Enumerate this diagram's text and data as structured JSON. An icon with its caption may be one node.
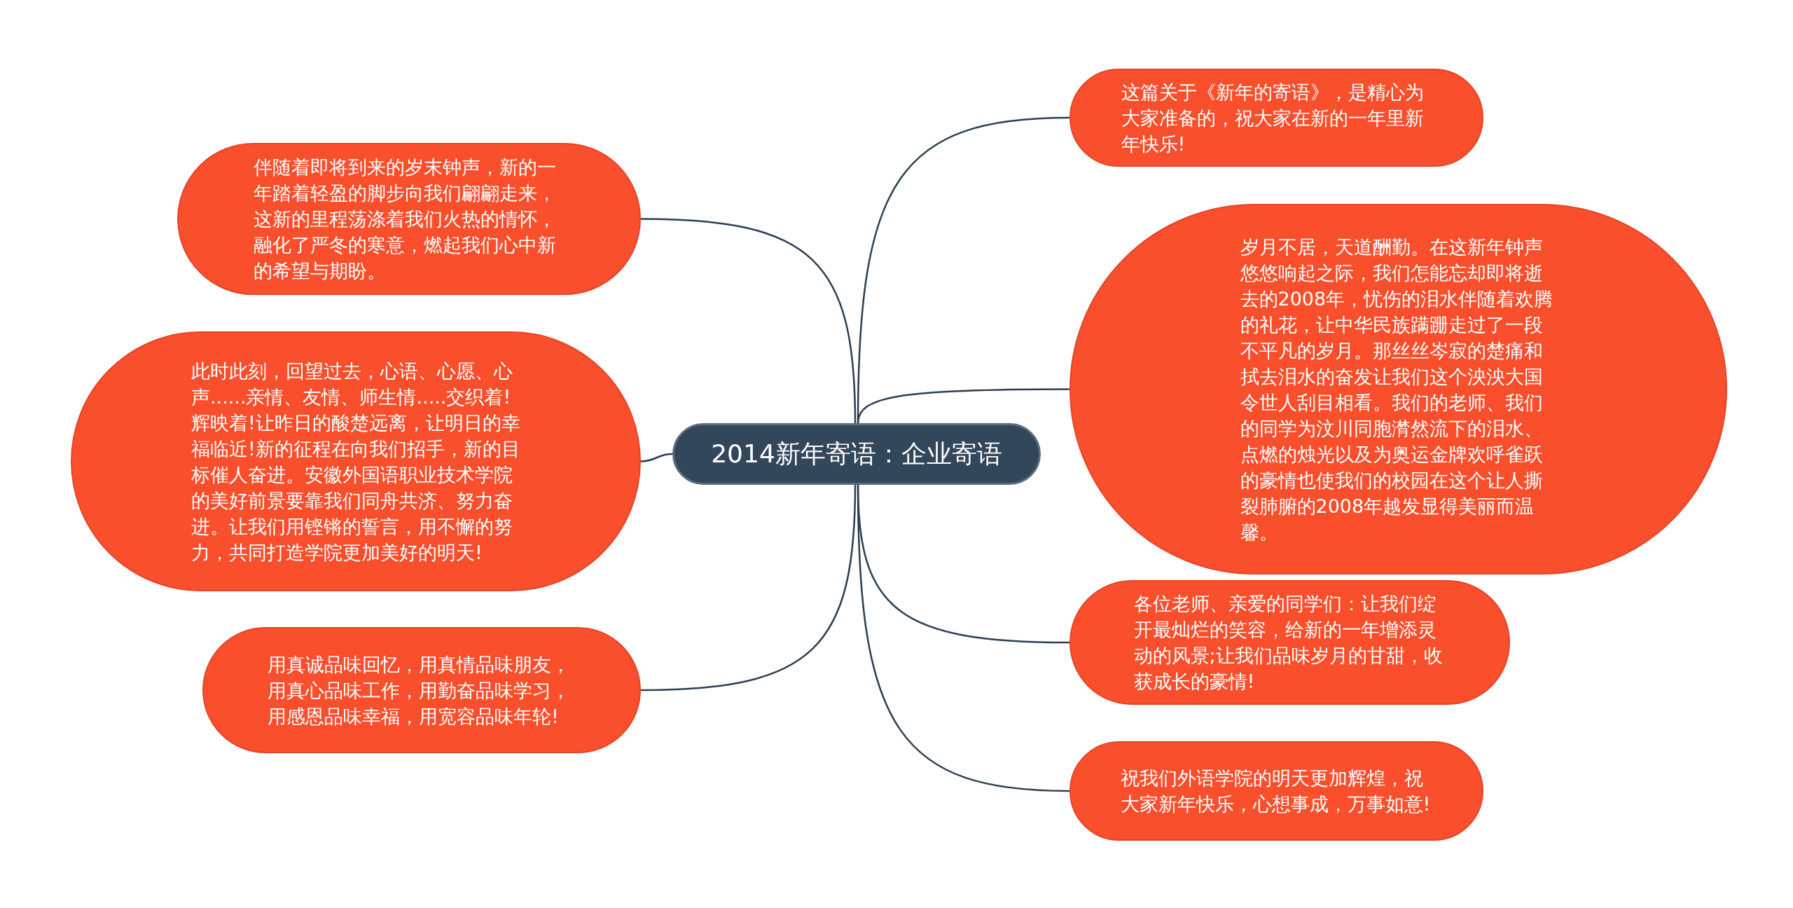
{
  "diagram": {
    "nodes": [
      {
        "text": [
          "2014新年寄语：企业寄语"
        ]
      },
      {
        "text": [
          "伴随着即将到来的岁末钟声，新的一年踏着轻盈的脚步向我们翩翩走来，这新的里程荡涤着我们火热的情怀，融化了严冬的寒意，燃起我们心中新的希望与期盼。"
        ]
      },
      {
        "text": [
          "此时此刻，回望过去，心语、心愿、心声......亲情、友情、师生情.....交织着!辉映着!让昨日的酸楚远离，让明日的幸福临近!新的征程在向我们招手，新的目标催人奋进。安徽外国语职业技术学院的美好前景要靠我们同舟共济、努力奋进。让我们用铿锵的誓言，用不懈的努力，共同打造学院更加美好的明天!"
        ]
      },
      {
        "text": [
          "用真诚品味回忆，用真情品味朋友，用真心品味工作，用勤奋品味学习，用感恩品味幸福，用宽容品味年轮!"
        ]
      },
      {
        "text": [
          "这篇关于《新年的寄语》，是精心为大家准备的，祝大家在新的一年里新年快乐!"
        ]
      },
      {
        "text": [
          "岁月不居，天道酬勤。在这新年钟声悠悠响起之际，我们怎能忘却即将逝去的2008年，忧伤的泪水伴随着欢腾的礼花，让中华民族蹒跚走过了一段不平凡的岁月。那丝丝岑寂的楚痛和拭去泪水的奋发让我们这个泱泱大国令世人刮目相看。我们的老师、我们的同学为汶川同胞潸然流下的泪水、点燃的烛光以及为奥运金牌欢呼雀跃的豪情也使我们的校园在这个让人撕裂肺腑的2008年越发显得美丽而温馨。"
        ]
      },
      {
        "text": [
          "各位老师、亲爱的同学们：让我们绽开最灿烂的笑容，给新的一年增添灵动的风景;让我们品味岁月的甘甜，收获成长的豪情!"
        ]
      },
      {
        "text": [
          "祝我们外语学院的明天更加辉煌，祝大家新年快乐，心想事成，万事如意!"
        ]
      }
    ],
    "edges": [
      {
        "from": 0,
        "to": 1,
        "arrow": "none"
      },
      {
        "from": 0,
        "to": 2,
        "arrow": "none"
      },
      {
        "from": 0,
        "to": 3,
        "arrow": "none"
      },
      {
        "from": 0,
        "to": 4,
        "arrow": "none"
      },
      {
        "from": 0,
        "to": 5,
        "arrow": "none"
      },
      {
        "from": 0,
        "to": 6,
        "arrow": "none"
      },
      {
        "from": 0,
        "to": 7,
        "arrow": "none"
      }
    ]
  }
}
